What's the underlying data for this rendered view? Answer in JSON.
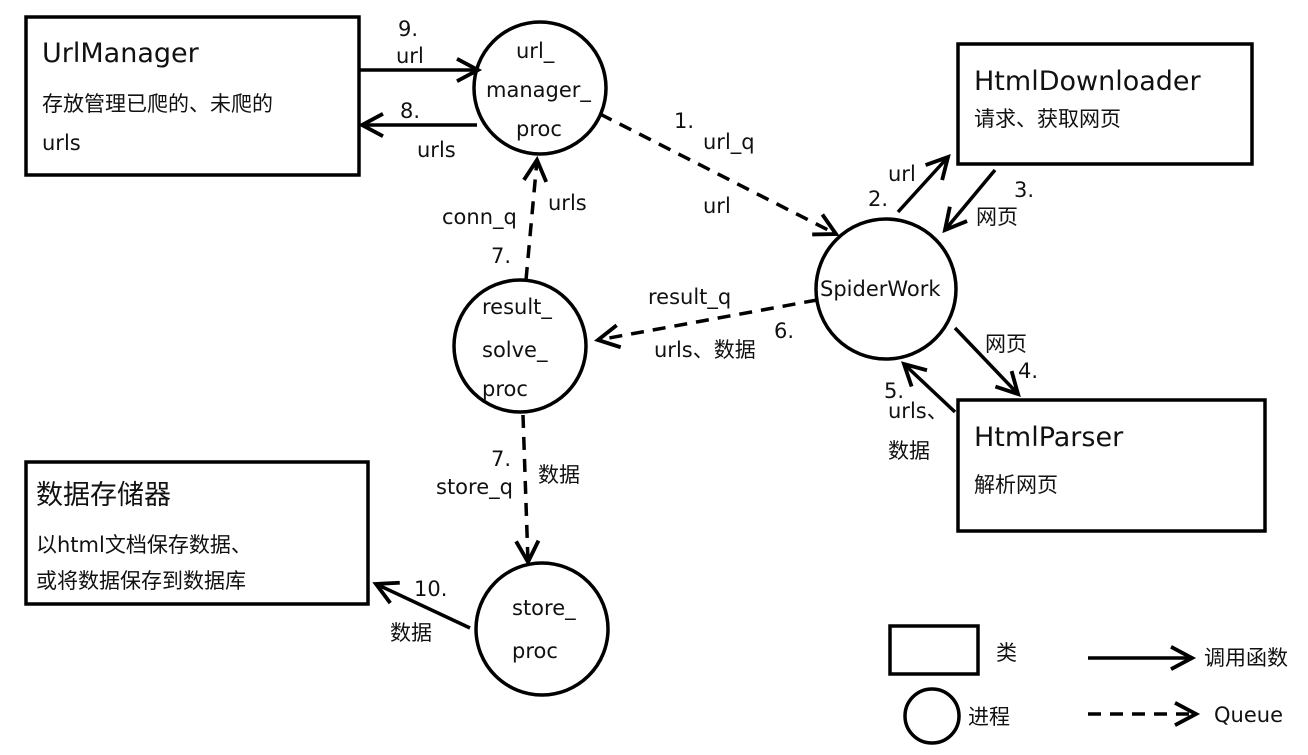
{
  "classes": {
    "url_manager": {
      "title": "UrlManager",
      "desc": [
        "存放管理已爬的、未爬的",
        "urls"
      ]
    },
    "html_downloader": {
      "title": "HtmlDownloader",
      "desc": [
        "请求、获取网页"
      ]
    },
    "html_parser": {
      "title": "HtmlParser",
      "desc": [
        "解析网页"
      ]
    },
    "data_store": {
      "title": "数据存储器",
      "desc": [
        "以html文档保存数据、",
        "或将数据保存到数据库"
      ]
    }
  },
  "processes": {
    "url_manager_proc": [
      "url_",
      "manager_",
      "proc"
    ],
    "spider_work": [
      "SpiderWork"
    ],
    "result_solve_proc": [
      "result_",
      "solve_",
      "proc"
    ],
    "store_proc": [
      "store_",
      "proc"
    ]
  },
  "edges": {
    "e9": {
      "step": "9.",
      "label": "url"
    },
    "e8": {
      "step": "8.",
      "label": "urls"
    },
    "e1": {
      "step": "1.",
      "queue": "url_q",
      "label": "url"
    },
    "e2": {
      "step": "2.",
      "label": "url"
    },
    "e3": {
      "step": "3.",
      "label": "网页"
    },
    "e4": {
      "step": "4.",
      "label": "网页"
    },
    "e5": {
      "step": "5.",
      "label_line1": "urls、",
      "label_line2": "数据"
    },
    "e6": {
      "step": "6.",
      "queue": "result_q",
      "label": "urls、数据"
    },
    "e7_conn": {
      "step": "7.",
      "queue": "conn_q",
      "label": "urls"
    },
    "e7_store": {
      "step": "7.",
      "queue": "store_q",
      "label": "数据"
    },
    "e10": {
      "step": "10.",
      "label": "数据"
    }
  },
  "legend": {
    "class_label": "类",
    "process_label": "进程",
    "call_label": "调用函数",
    "queue_label": "Queue"
  }
}
